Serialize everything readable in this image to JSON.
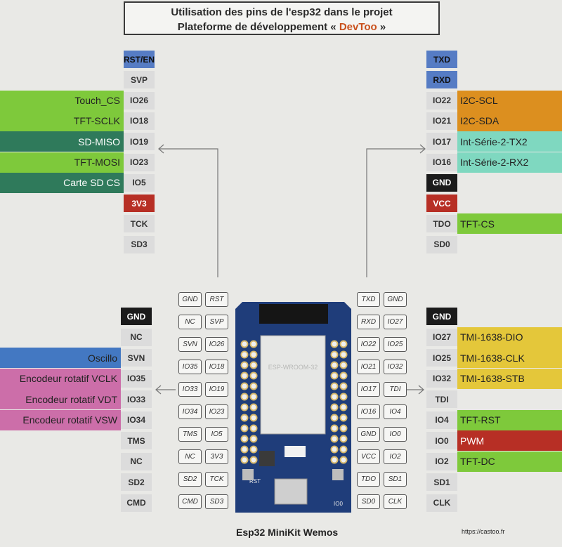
{
  "title": {
    "line1": "Utilisation des pins de l'esp32 dans le projet",
    "line2_prefix": "Plateforme de développement « ",
    "line2_accent": "DevToo",
    "line2_suffix": " »"
  },
  "colors": {
    "green": "#7ec93b",
    "dark_green": "#2f7a5b",
    "orange": "#dc8f1f",
    "teal": "#7fd8c0",
    "red": "#b72f25",
    "blue": "#4378c2",
    "pink": "#cc6ea9",
    "yellow": "#e4c73a",
    "black": "#1b1b1b",
    "pin_blue": "#567cc4",
    "pin_red": "#b72f25"
  },
  "top_left_pins": [
    "RST/EN",
    "SVP",
    "IO26",
    "IO18",
    "IO19",
    "IO23",
    "IO5",
    "3V3",
    "TCK",
    "SD3"
  ],
  "top_left_labels": [
    {
      "text": "Touch_CS",
      "row": 2,
      "color": "green",
      "width": 175
    },
    {
      "text": "TFT-SCLK",
      "row": 3,
      "color": "green",
      "width": 175
    },
    {
      "text": "SD-MISO",
      "row": 4,
      "color": "dark_green",
      "width": 175
    },
    {
      "text": "TFT-MOSI",
      "row": 5,
      "color": "green",
      "width": 175
    },
    {
      "text": "Carte SD CS",
      "row": 6,
      "color": "dark_green",
      "width": 175
    }
  ],
  "top_right_pins": [
    "TXD",
    "RXD",
    "IO22",
    "IO21",
    "IO17",
    "IO16",
    "GND",
    "VCC",
    "TDO",
    "SD0"
  ],
  "top_right_labels": [
    {
      "text": "I2C-SCL",
      "row": 2,
      "color": "orange"
    },
    {
      "text": "I2C-SDA",
      "row": 3,
      "color": "orange"
    },
    {
      "text": "Int-Série-2-TX2",
      "row": 4,
      "color": "teal"
    },
    {
      "text": "Int-Série-2-RX2",
      "row": 5,
      "color": "teal"
    },
    {
      "text": "TFT-CS",
      "row": 8,
      "color": "green"
    }
  ],
  "bottom_left_pins": [
    "GND",
    "NC",
    "SVN",
    "IO35",
    "IO33",
    "IO34",
    "TMS",
    "NC",
    "SD2",
    "CMD"
  ],
  "bottom_left_labels": [
    {
      "text": "Oscillo",
      "row": 2,
      "color": "blue"
    },
    {
      "text": "Encodeur rotatif VCLK",
      "row": 3,
      "color": "pink"
    },
    {
      "text": "Encodeur rotatif VDT",
      "row": 4,
      "color": "pink"
    },
    {
      "text": "Encodeur rotatif VSW",
      "row": 5,
      "color": "pink"
    }
  ],
  "bottom_right_pins": [
    "GND",
    "IO27",
    "IO25",
    "IO32",
    "TDI",
    "IO4",
    "IO0",
    "IO2",
    "SD1",
    "CLK"
  ],
  "bottom_right_labels": [
    {
      "text": "TMI-1638-DIO",
      "row": 1,
      "color": "yellow"
    },
    {
      "text": "TMI-1638-CLK",
      "row": 2,
      "color": "yellow"
    },
    {
      "text": "TMI-1638-STB",
      "row": 3,
      "color": "yellow"
    },
    {
      "text": "TFT-RST",
      "row": 5,
      "color": "green"
    },
    {
      "text": "PWM",
      "row": 6,
      "color": "red"
    },
    {
      "text": "TFT-DC",
      "row": 7,
      "color": "green"
    }
  ],
  "board_left_pins": [
    [
      "GND",
      "RST"
    ],
    [
      "NC",
      "SVP"
    ],
    [
      "SVN",
      "IO26"
    ],
    [
      "IO35",
      "IO18"
    ],
    [
      "IO33",
      "IO19"
    ],
    [
      "IO34",
      "IO23"
    ],
    [
      "TMS",
      "IO5"
    ],
    [
      "NC",
      "3V3"
    ],
    [
      "SD2",
      "TCK"
    ],
    [
      "CMD",
      "SD3"
    ]
  ],
  "board_right_pins": [
    [
      "TXD",
      "GND"
    ],
    [
      "RXD",
      "IO27"
    ],
    [
      "IO22",
      "IO25"
    ],
    [
      "IO21",
      "IO32"
    ],
    [
      "IO17",
      "TDI"
    ],
    [
      "IO16",
      "IO4"
    ],
    [
      "GND",
      "IO0"
    ],
    [
      "VCC",
      "IO2"
    ],
    [
      "TDO",
      "SD1"
    ],
    [
      "SD0",
      "CLK"
    ]
  ],
  "board_module_text": "ESP-WROOM-32",
  "board_rst_text": "RST",
  "board_io0_text": "IO0",
  "caption": "Esp32 MiniKit Wemos",
  "url": "https://castoo.fr"
}
